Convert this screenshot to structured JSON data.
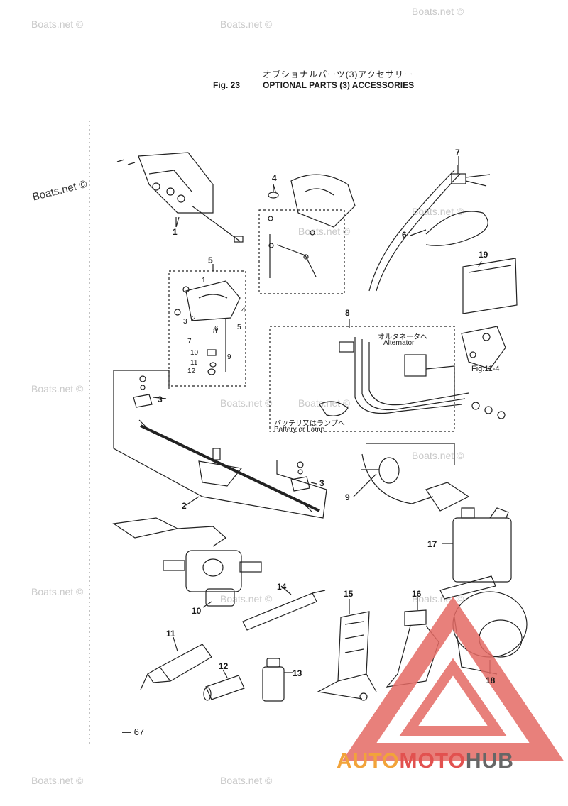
{
  "title": {
    "jp": "オプショナルパーツ(3)アクセサリー",
    "fig": "Fig. 23",
    "en": "OPTIONAL PARTS (3) ACCESSORIES"
  },
  "watermarks": [
    "Boats.net ©",
    "Boats.net ©",
    "Boats.net ©",
    "Boats.net ©",
    "Boats.net ©",
    "Boats.net ©",
    "Boats.net ©",
    "Boats.net ©",
    "Boats.net ©",
    "Boats.net ©",
    "Boats.net ©",
    "Boats.net ©",
    "Boats.net ©",
    "Boats.net ©"
  ],
  "watermark_dark": "Boats.net ©",
  "callouts": [
    "1",
    "2",
    "3",
    "3",
    "4",
    "5",
    "6",
    "7",
    "8",
    "9",
    "10",
    "11",
    "12",
    "13",
    "14",
    "15",
    "16",
    "17",
    "18",
    "19"
  ],
  "subparts": [
    "1",
    "2",
    "3",
    "4",
    "5",
    "6",
    "7",
    "8",
    "9",
    "10",
    "11",
    "12"
  ],
  "labels": {
    "alt_jp": "オルタネータへ",
    "alt_en": "Alternator",
    "batt_jp": "バッテリ又はランプへ",
    "batt_en": "Battery or Lamp",
    "fig_ref": "Fig.11-4"
  },
  "page_number": "— 67",
  "brand": {
    "part1": "AUTO",
    "part2": "MOTO",
    "part3": "HUB",
    "color1": "#f2a33a",
    "color2": "#e2514f",
    "color3": "#666666"
  }
}
